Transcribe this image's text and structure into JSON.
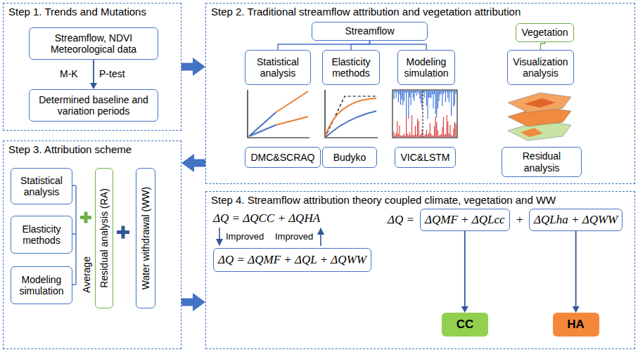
{
  "diagram": {
    "nodes": [
      {
        "text": [
          "Step 1. Trends and Mutations"
        ]
      },
      {
        "text": [
          "Streamflow, NDVI Meteorological data"
        ],
        "in": 0
      },
      {
        "text": [
          "Determined baseline and variation periods"
        ],
        "in": 0
      },
      {
        "text": [
          "Step 2. Traditional streamflow attribution and vegetation attribution"
        ]
      },
      {
        "text": [
          "Streamflow"
        ],
        "in": 3
      },
      {
        "text": [
          "Vegetation"
        ],
        "in": 3
      },
      {
        "text": [
          "Statistical analysis"
        ],
        "in": 3
      },
      {
        "text": [
          "Elasticity methods"
        ],
        "in": 3
      },
      {
        "text": [
          "Modeling simulation"
        ],
        "in": 3
      },
      {
        "text": [
          "Visualization analysis"
        ],
        "in": 3
      },
      {
        "text": [
          "DMC&SCRAQ"
        ],
        "in": 3
      },
      {
        "text": [
          "Budyko"
        ],
        "in": 3
      },
      {
        "text": [
          "VIC&LSTM"
        ],
        "in": 3
      },
      {
        "text": [
          "Residual analysis"
        ],
        "in": 3
      },
      {
        "text": [
          "Step 3. Attribution scheme"
        ]
      },
      {
        "text": [
          "Statistical analysis"
        ],
        "in": 14
      },
      {
        "text": [
          "Elasticity methods"
        ],
        "in": 14
      },
      {
        "text": [
          "Modeling simulation"
        ],
        "in": 14
      },
      {
        "text": [
          "Residual analysis (RA)"
        ],
        "in": 14
      },
      {
        "text": [
          "Water withdrawal (WW)"
        ],
        "in": 14
      },
      {
        "text": [
          "Step 4. Streamflow attribution theory coupled climate, vegetation and WW"
        ]
      },
      {
        "text": [
          "ΔQ = ΔQMF + ΔQL + ΔQWW"
        ],
        "in": 20
      },
      {
        "text": [
          "ΔQMF + ΔQLcc"
        ],
        "in": 20
      },
      {
        "text": [
          "ΔQLha + ΔQWW"
        ],
        "in": 20
      },
      {
        "text": [
          "CC"
        ],
        "in": 20
      },
      {
        "text": [
          "HA"
        ],
        "in": 20
      }
    ],
    "edges": [
      {
        "from": 0,
        "to": 3,
        "arrow": "to"
      },
      {
        "from": 3,
        "to": 14,
        "arrow": "to"
      },
      {
        "from": 14,
        "to": 20,
        "arrow": "to"
      },
      {
        "from": 1,
        "to": 2,
        "arrow": "to"
      },
      {
        "from": 4,
        "to": 6,
        "arrow": "none"
      },
      {
        "from": 4,
        "to": 7,
        "arrow": "none"
      },
      {
        "from": 4,
        "to": 8,
        "arrow": "none"
      },
      {
        "from": 5,
        "to": 9,
        "arrow": "none"
      },
      {
        "from": 22,
        "to": 24,
        "arrow": "to"
      },
      {
        "from": 23,
        "to": 25,
        "arrow": "to"
      }
    ],
    "labels": [
      "M-K",
      "P-test",
      "Average",
      "ΔQ = ΔQCC + ΔQHA",
      "Improved",
      "Improved",
      "ΔQ =",
      "+"
    ]
  }
}
